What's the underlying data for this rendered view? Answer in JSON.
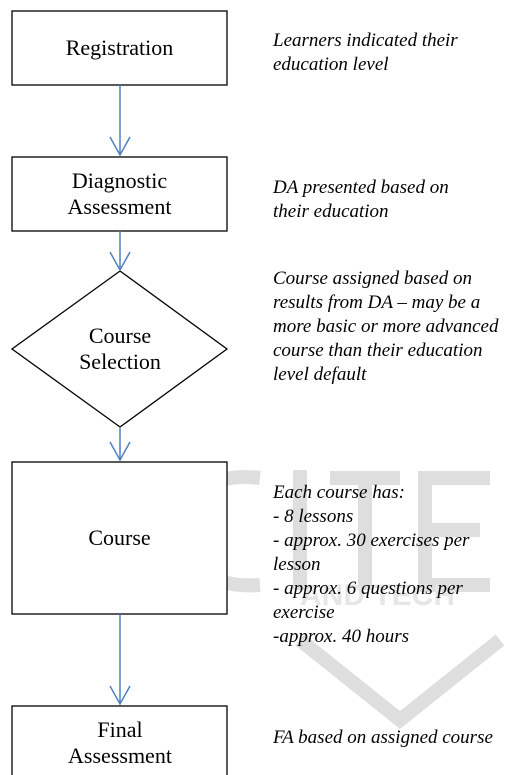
{
  "steps": [
    {
      "label": "Registration",
      "note": "Learners indicated their education level"
    },
    {
      "label": "Diagnostic Assessment",
      "note": "DA presented based on their education"
    },
    {
      "label": "Course Selection",
      "note": "Course assigned based on results from DA – may be a more basic or more advanced course than their education level default"
    },
    {
      "label": "Course",
      "note_lines": [
        "Each course has:",
        "- 8 lessons",
        "- approx. 30 exercises per lesson",
        "- approx. 6 questions per exercise",
        "-approx. 40 hours"
      ]
    },
    {
      "label": "Final Assessment",
      "note": "FA based on assigned course"
    }
  ],
  "colors": {
    "box_border": "#000000",
    "arrow": "#4f81bd",
    "watermark": "#d9d9d9"
  }
}
